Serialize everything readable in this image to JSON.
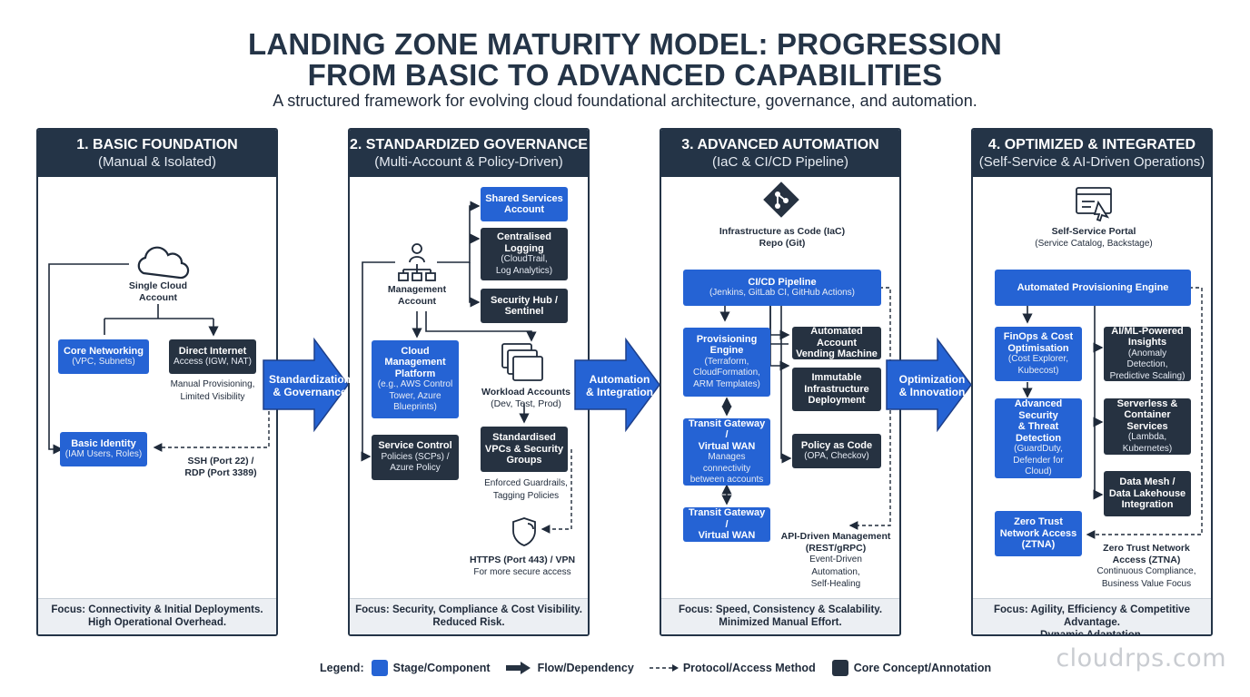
{
  "title": {
    "line1": "LANDING ZONE MATURITY MODEL: PROGRESSION",
    "line2": "FROM BASIC TO ADVANCED CAPABILITIES"
  },
  "subtitle": "A structured framework for evolving cloud foundational architecture, governance, and automation.",
  "colors": {
    "stage_blue": "#2563d4",
    "core_dark": "#263241",
    "header_navy": "#243447"
  },
  "stages": [
    {
      "title": "1. BASIC FOUNDATION",
      "subtitle": "(Manual & Isolated)",
      "focus_line1": "Focus: Connectivity & Initial Deployments.",
      "focus_line2": "High Operational Overhead.",
      "icon": "cloud-icon",
      "single_cloud": "Single Cloud",
      "account": "Account",
      "core_networking_title": "Core Networking",
      "core_networking_sub": "(VPC, Subnets)",
      "direct_internet_title": "Direct Internet",
      "direct_internet_sub": "Access (IGW, NAT)",
      "manual_line1": "Manual Provisioning,",
      "manual_line2": "Limited Visibility",
      "basic_identity_title": "Basic Identity",
      "basic_identity_sub": "(IAM Users, Roles)",
      "ssh": "SSH (Port 22) /",
      "rdp": "RDP (Port 3389)"
    },
    {
      "title": "2. STANDARDIZED GOVERNANCE",
      "subtitle": "(Multi-Account & Policy-Driven)",
      "focus_line1": "Focus: Security, Compliance & Cost Visibility.",
      "focus_line2": "Reduced Risk.",
      "icon": "hierarchy-icon",
      "shared_services_1": "Shared Services",
      "shared_services_2": "Account",
      "central_logging_1": "Centralised",
      "central_logging_2": "Logging",
      "central_logging_3": "(CloudTrail,",
      "central_logging_4": "Log Analytics)",
      "security_hub_1": "Security Hub /",
      "security_hub_2": "Sentinel",
      "mgmt_1": "Management",
      "mgmt_2": "Account",
      "cmp_1": "Cloud",
      "cmp_2": "Management",
      "cmp_3": "Platform",
      "cmp_4": "(e.g., AWS Control",
      "cmp_5": "Tower, Azure",
      "cmp_6": "Blueprints)",
      "workload_1": "Workload Accounts",
      "workload_2": "(Dev, Test, Prod)",
      "scp_1": "Service Control",
      "scp_2": "Policies (SCPs) /",
      "scp_3": "Azure Policy",
      "vpc_1": "Standardised",
      "vpc_2": "VPCs & Security",
      "vpc_3": "Groups",
      "guard_1": "Enforced Guardrails,",
      "guard_2": "Tagging Policies",
      "https_1": "HTTPS (Port 443) / VPN",
      "https_2": "For more secure access"
    },
    {
      "title": "3. ADVANCED AUTOMATION",
      "subtitle": "(IaC & CI/CD Pipeline)",
      "focus_line1": "Focus: Speed, Consistency & Scalability.",
      "focus_line2": "Minimized Manual Effort.",
      "icon": "git-icon",
      "iac_1": "Infrastructure as Code (IaC)",
      "iac_2": "Repo (Git)",
      "cicd_1": "CI/CD Pipeline",
      "cicd_2": "(Jenkins, GitLab CI, GitHub Actions)",
      "prov_1": "Provisioning",
      "prov_2": "Engine",
      "prov_3": "(Terraform,",
      "prov_4": "CloudFormation,",
      "prov_5": "ARM Templates)",
      "avm_1": "Automated Account",
      "avm_2": "Vending Machine",
      "imm_1": "Immutable",
      "imm_2": "Infrastructure",
      "imm_3": "Deployment",
      "tgw_1": "Transit Gateway /",
      "tgw_2": "Virtual WAN",
      "tgw_3": "Manages",
      "tgw_4": "connectivity",
      "tgw_5": "between accounts",
      "pac_1": "Policy as Code",
      "pac_2": "(OPA, Checkov)",
      "tgw2_1": "Transit Gateway /",
      "tgw2_2": "Virtual WAN",
      "api_1": "API-Driven Management",
      "api_2": "(REST/gRPC)",
      "api_3": "Event-Driven",
      "api_4": "Automation,",
      "api_5": "Self-Healing"
    },
    {
      "title": "4. OPTIMIZED & INTEGRATED",
      "subtitle": "(Self-Service & AI-Driven Operations)",
      "focus_line1": "Focus: Agility, Efficiency & Competitive Advantage.",
      "focus_line2": "Dynamic Adaptation.",
      "icon": "portal-cursor-icon",
      "portal_1": "Self-Service Portal",
      "portal_2": "(Service Catalog, Backstage)",
      "ape": "Automated Provisioning Engine",
      "finops_1": "FinOps & Cost",
      "finops_2": "Optimisation",
      "finops_3": "(Cost Explorer,",
      "finops_4": "Kubecost)",
      "aiml_1": "AI/ML-Powered",
      "aiml_2": "Insights",
      "aiml_3": "(Anomaly Detection,",
      "aiml_4": "Predictive Scaling)",
      "sec_1": "Advanced Security",
      "sec_2": "& Threat",
      "sec_3": "Detection",
      "sec_4": "(GuardDuty,",
      "sec_5": "Defender for",
      "sec_6": "Cloud)",
      "svl_1": "Serverless &",
      "svl_2": "Container Services",
      "svl_3": "(Lambda,",
      "svl_4": "Kubernetes)",
      "mesh_1": "Data Mesh /",
      "mesh_2": "Data Lakehouse",
      "mesh_3": "Integration",
      "zt_1": "Zero Trust",
      "zt_2": "Network Access",
      "zt_3": "(ZTNA)",
      "ztl_1": "Zero Trust Network",
      "ztl_2": "Access (ZTNA)",
      "ztl_3": "Continuous Compliance,",
      "ztl_4": "Business Value Focus"
    }
  ],
  "transitions": [
    {
      "line1": "Standardization",
      "line2": "& Governance"
    },
    {
      "line1": "Automation",
      "line2": "& Integration"
    },
    {
      "line1": "Optimization",
      "line2": "& Innovation"
    }
  ],
  "legend": {
    "title": "Legend:",
    "stage_component": "Stage/Component",
    "flow": "Flow/Dependency",
    "protocol": "Protocol/Access Method",
    "core": "Core Concept/Annotation"
  },
  "watermark": "cloudrps.com"
}
